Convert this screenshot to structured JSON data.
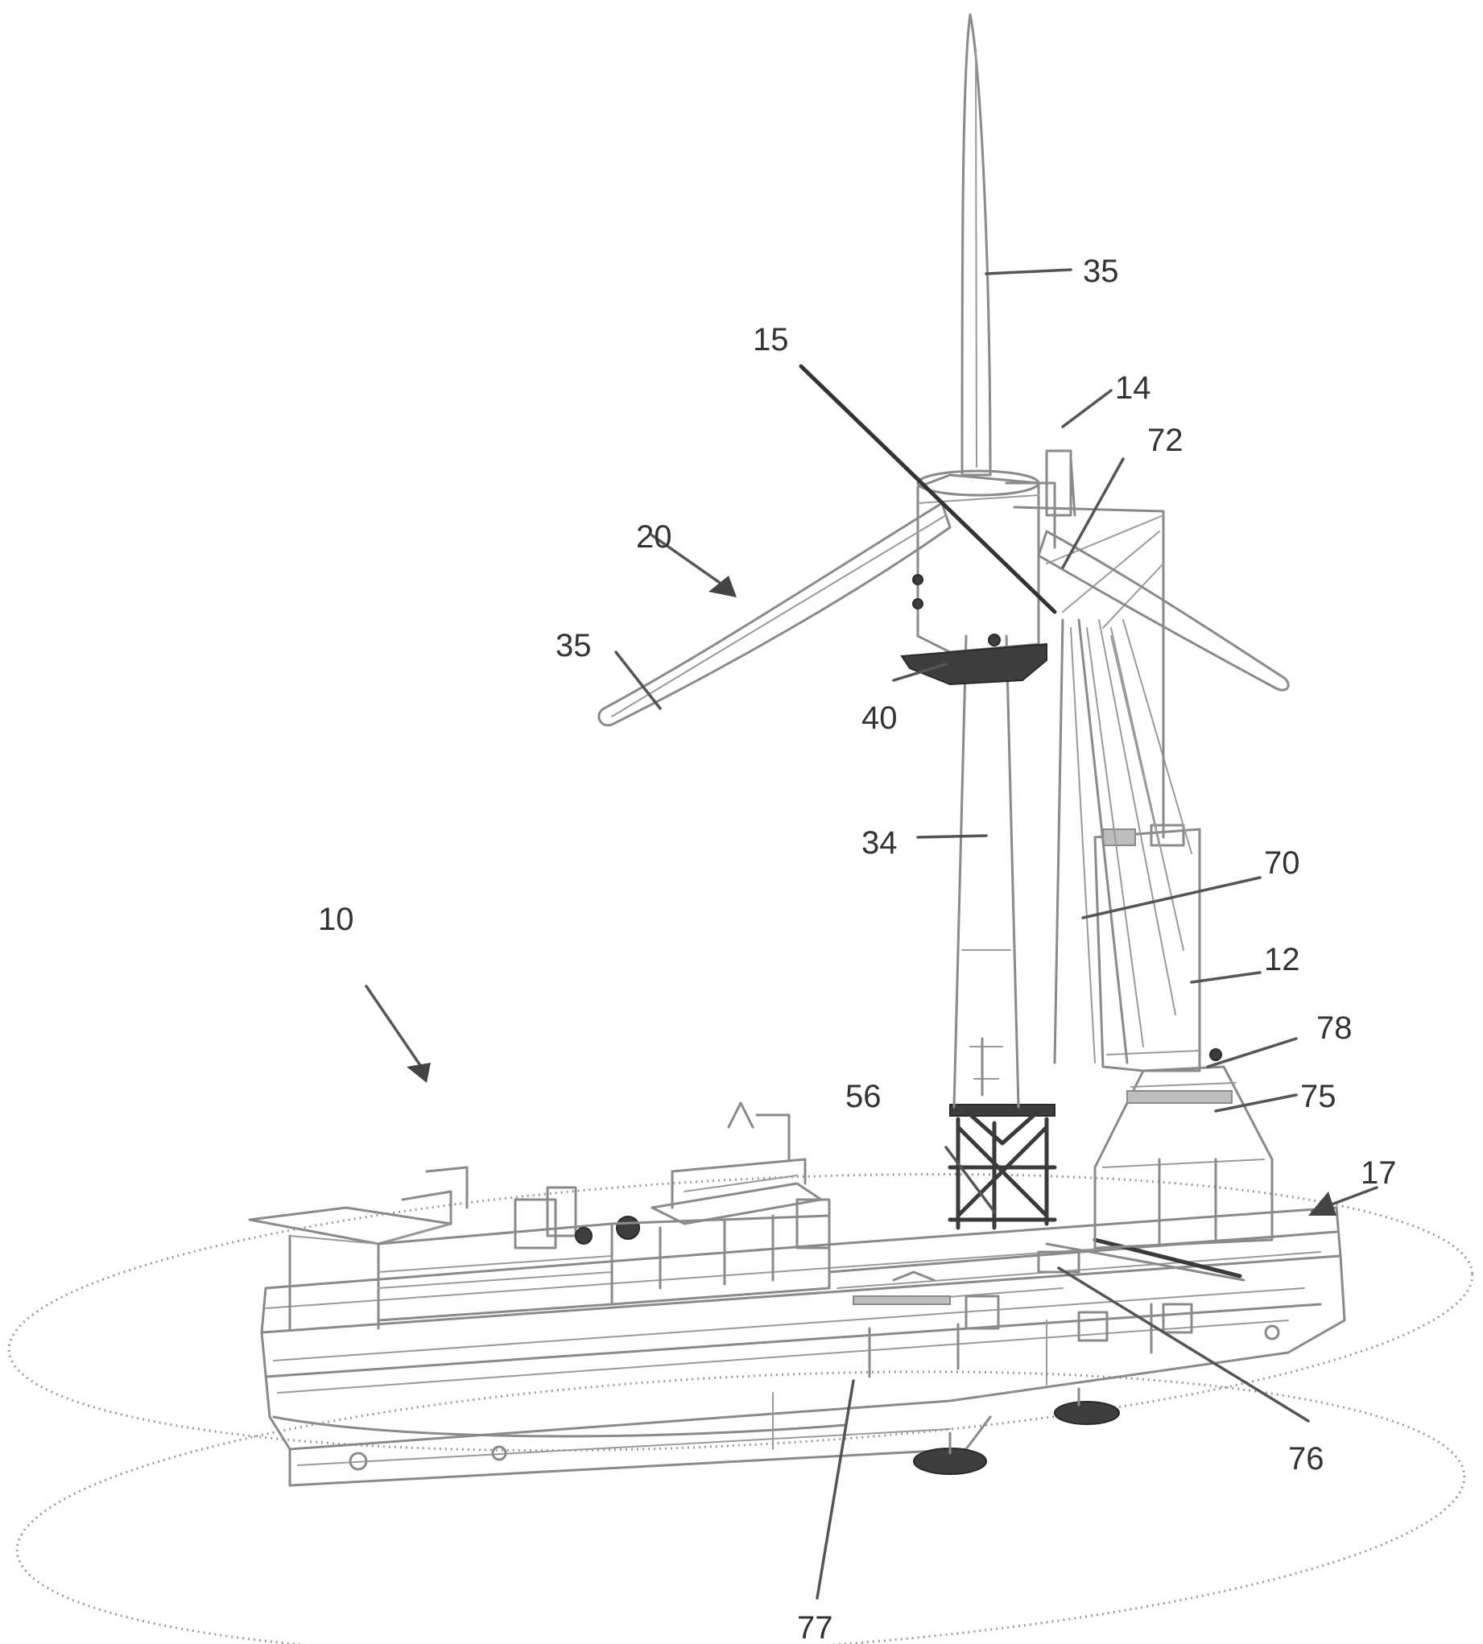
{
  "figure": {
    "reference_numerals": {
      "blade_top": "35",
      "blade_left": "35",
      "hub": "15",
      "crane_tip": "14",
      "crane_top_frame": "72",
      "turbine_assembly": "20",
      "gripper": "40",
      "tower": "34",
      "crane_lines": "70",
      "crane_column": "12",
      "column_joint": "78",
      "pedestal": "75",
      "vessel": "10",
      "foundation_frame": "56",
      "stern_region": "17",
      "rail": "76",
      "hull": "77"
    }
  }
}
